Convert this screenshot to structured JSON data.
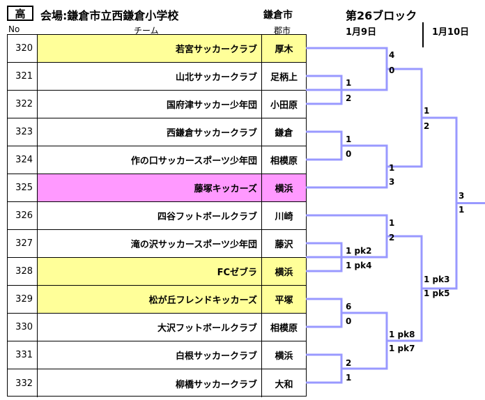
{
  "header": {
    "badge": "高",
    "venue": "会場:鎌倉市立西鎌倉小学校",
    "city": "鎌倉市",
    "block": "第26ブロック",
    "date1": "1月9日",
    "date2": "1月10日",
    "col_no": "No",
    "col_team": "チーム",
    "col_city": "郡市"
  },
  "colors": {
    "line": "#9999ff",
    "yellow": "#ffff99",
    "pink": "#ff99ff"
  },
  "teams": [
    {
      "no": "320",
      "name": "若宮サッカークラブ",
      "city": "厚木",
      "hl": "yellow"
    },
    {
      "no": "321",
      "name": "山北サッカークラブ",
      "city": "足柄上",
      "hl": ""
    },
    {
      "no": "322",
      "name": "国府津サッカー少年団",
      "city": "小田原",
      "hl": ""
    },
    {
      "no": "323",
      "name": "西鎌倉サッカークラブ",
      "city": "鎌倉",
      "hl": ""
    },
    {
      "no": "324",
      "name": "作の口サッカースポーツ少年団",
      "city": "相模原",
      "hl": ""
    },
    {
      "no": "325",
      "name": "藤塚キッカーズ",
      "city": "横浜",
      "hl": "pink"
    },
    {
      "no": "326",
      "name": "四谷フットボールクラブ",
      "city": "川崎",
      "hl": ""
    },
    {
      "no": "327",
      "name": "滝の沢サッカースポーツ少年団",
      "city": "藤沢",
      "hl": ""
    },
    {
      "no": "328",
      "name": "FCゼブラ",
      "city": "横浜",
      "hl": "yellow"
    },
    {
      "no": "329",
      "name": "松が丘フレンドキッカーズ",
      "city": "平塚",
      "hl": "yellow"
    },
    {
      "no": "330",
      "name": "大沢フットボールクラブ",
      "city": "相模原",
      "hl": ""
    },
    {
      "no": "331",
      "name": "白根サッカークラブ",
      "city": "横浜",
      "hl": ""
    },
    {
      "no": "332",
      "name": "柳橋サッカークラブ",
      "city": "大和",
      "hl": ""
    }
  ],
  "scores": {
    "s321_322_a": "1",
    "s321_322_b": "2",
    "s320_a": "4",
    "s320_b": "0",
    "s323_324_a": "1",
    "s323_324_b": "0",
    "s323_325_a": "1",
    "s323_325_b": "3",
    "s_top_a": "1",
    "s_top_b": "2",
    "s327_328_a": "1 pk2",
    "s327_328_b": "1 pk4",
    "s326_a": "1",
    "s326_b": "2",
    "s329_330_a": "6",
    "s329_330_b": "0",
    "s331_332_a": "2",
    "s331_332_b": "1",
    "s_low_a": "1 pk8",
    "s_low_b": "1 pk7",
    "s_bot_a": "1 pk3",
    "s_bot_b": "1 pk5",
    "s_final_a": "3",
    "s_final_b": "1"
  }
}
